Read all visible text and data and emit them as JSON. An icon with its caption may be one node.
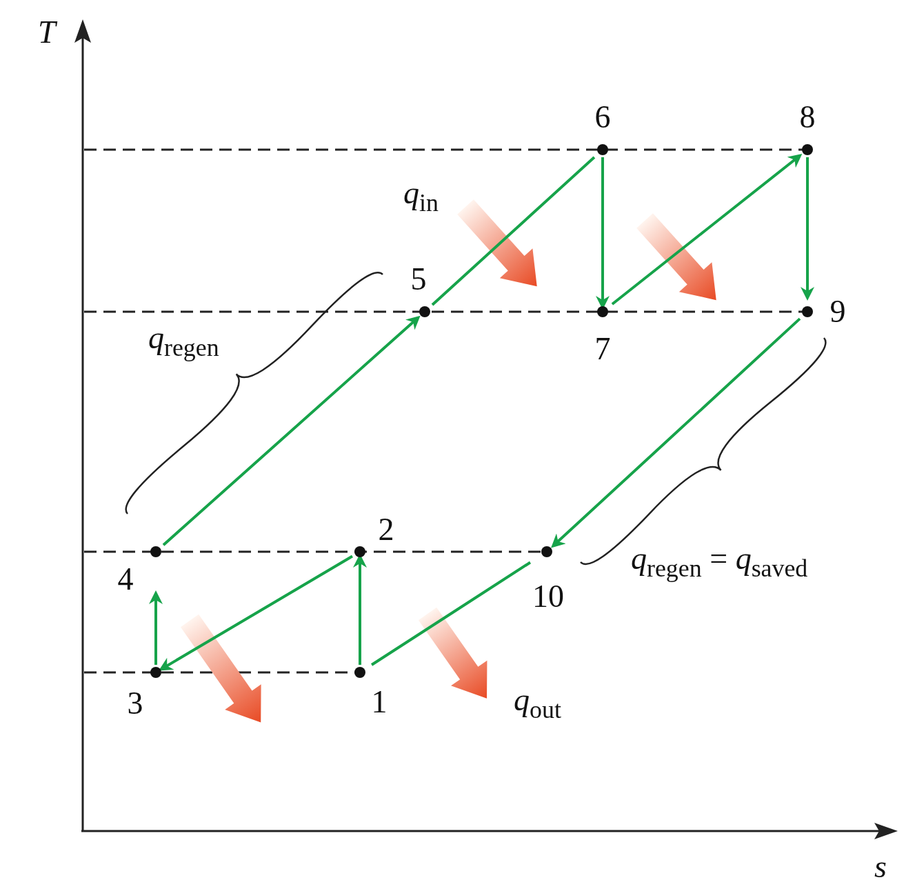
{
  "diagram": {
    "nodes": [
      {
        "text": [
          "1"
        ]
      },
      {
        "text": [
          "2"
        ]
      },
      {
        "text": [
          "3"
        ]
      },
      {
        "text": [
          "4"
        ]
      },
      {
        "text": [
          "5"
        ]
      },
      {
        "text": [
          "6"
        ]
      },
      {
        "text": [
          "7"
        ]
      },
      {
        "text": [
          "8"
        ]
      },
      {
        "text": [
          "9"
        ]
      },
      {
        "text": [
          "10"
        ]
      }
    ],
    "edges": [
      {
        "from": 0,
        "to": 1,
        "arrow": "to"
      },
      {
        "from": 1,
        "to": 2,
        "arrow": "to"
      },
      {
        "from": 2,
        "to": 3,
        "arrow": "to"
      },
      {
        "from": 3,
        "to": 4,
        "arrow": "to"
      },
      {
        "from": 4,
        "to": 5,
        "arrow": "none"
      },
      {
        "from": 5,
        "to": 6,
        "arrow": "to"
      },
      {
        "from": 6,
        "to": 7,
        "arrow": "to"
      },
      {
        "from": 7,
        "to": 8,
        "arrow": "to"
      },
      {
        "from": 8,
        "to": 9,
        "arrow": "to"
      },
      {
        "from": 9,
        "to": 0,
        "arrow": "none"
      }
    ],
    "labels": [
      "T",
      "*q*$_{in}$",
      "*q*$_{regen}$",
      "*q*$_{regen}$ = *q*$_{saved}$",
      "*q*$_{out}$",
      "s"
    ]
  }
}
